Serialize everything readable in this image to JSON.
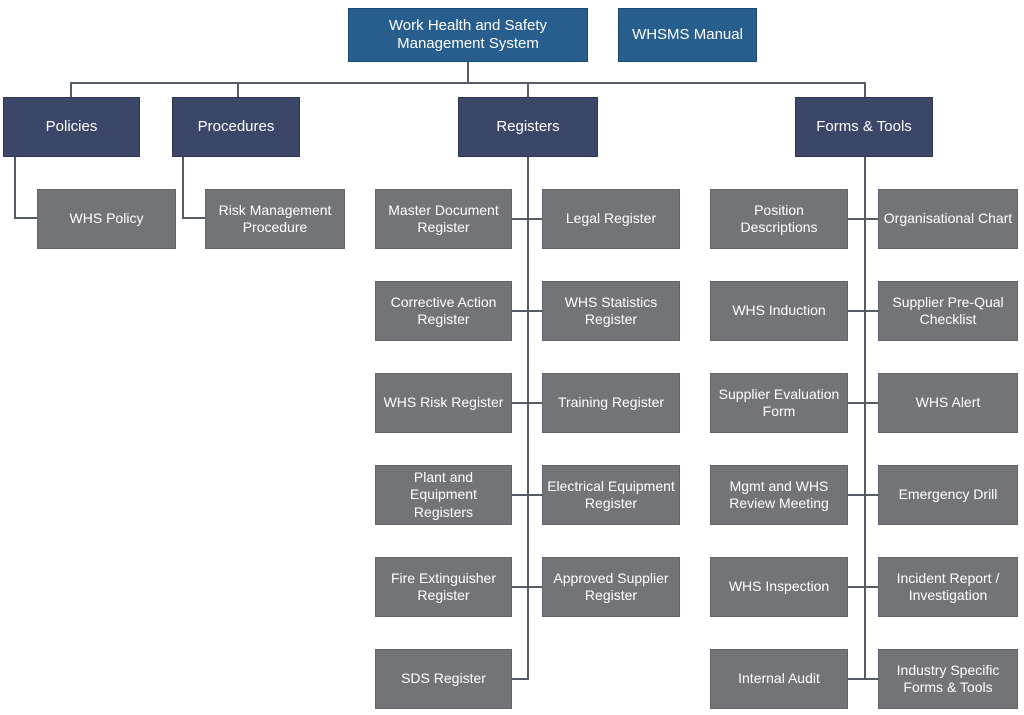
{
  "colors": {
    "level1": "#275E8E",
    "level2": "#3B4668",
    "item": "#737478",
    "connector": "#555B67",
    "text_on_box": "#FFFFFF",
    "background": "#FFFFFF"
  },
  "nodes": {
    "root": "Work Health and Safety\nManagement System",
    "manual": "WHSMS Manual",
    "policies": {
      "label": "Policies",
      "children": [
        "WHS Policy"
      ]
    },
    "procedures": {
      "label": "Procedures",
      "children": [
        "Risk Management\nProcedure"
      ]
    },
    "registers": {
      "label": "Registers",
      "left": [
        "Master Document\nRegister",
        "Corrective Action\nRegister",
        "WHS Risk Register",
        "Plant and\nEquipment\nRegisters",
        "Fire Extinguisher\nRegister",
        "SDS Register"
      ],
      "right": [
        "Legal Register",
        "WHS Statistics\nRegister",
        "Training Register",
        "Electrical Equipment\nRegister",
        "Approved Supplier\nRegister"
      ]
    },
    "forms_tools": {
      "label": "Forms & Tools",
      "left": [
        "Position\nDescriptions",
        "WHS Induction",
        "Supplier Evaluation\nForm",
        "Mgmt and WHS\nReview Meeting",
        "WHS Inspection",
        "Internal Audit"
      ],
      "right": [
        "Organisational Chart",
        "Supplier Pre-Qual\nChecklist",
        "WHS Alert",
        "Emergency Drill",
        "Incident Report /\nInvestigation",
        "Industry Specific\nForms & Tools"
      ]
    }
  }
}
